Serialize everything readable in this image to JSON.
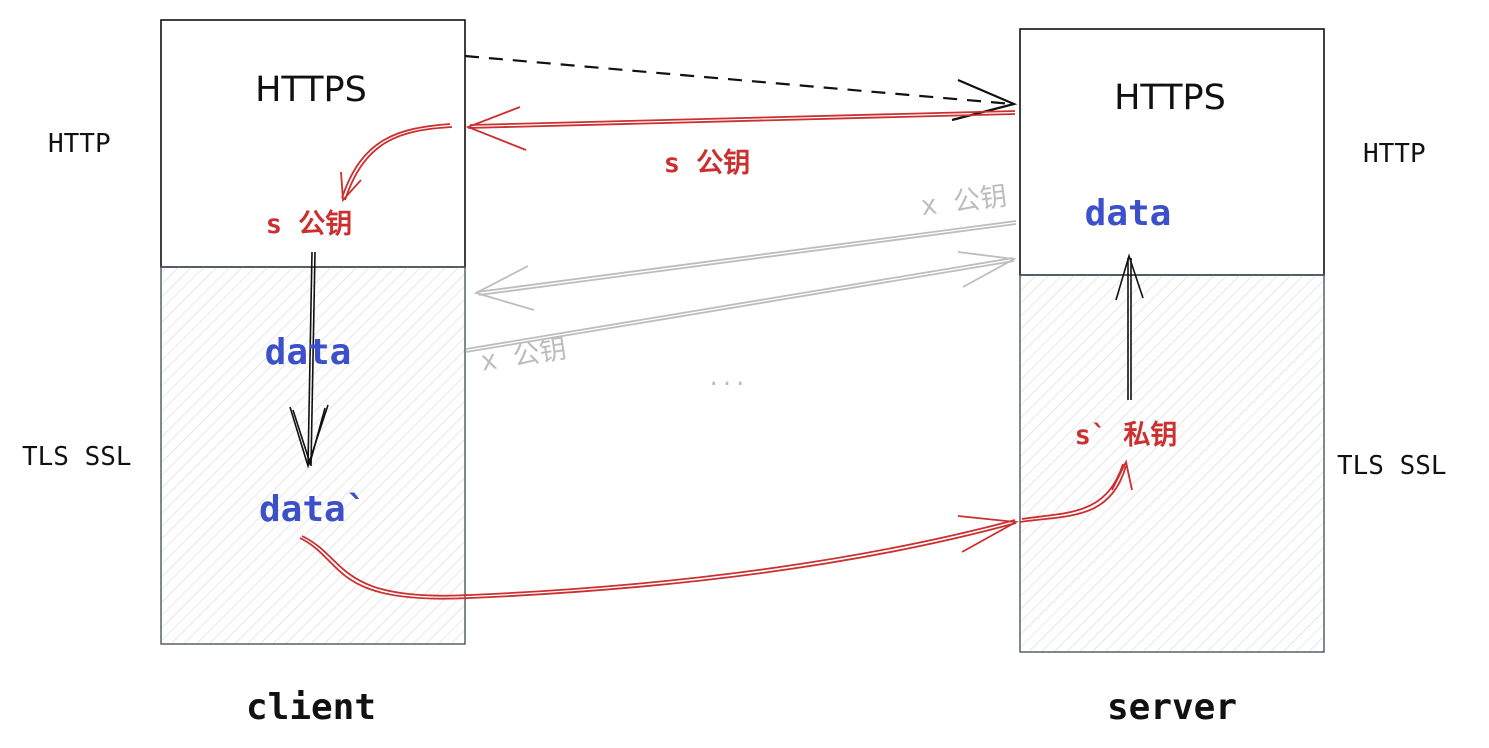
{
  "client": {
    "top_label": "HTTPS",
    "received_key": "s 公钥",
    "plain_data": "data",
    "encrypted_data": "data`",
    "caption": "client"
  },
  "server": {
    "top_label": "HTTPS",
    "decrypted_data": "data",
    "private_key": "s` 私钥",
    "caption": "server"
  },
  "layers": {
    "client_http": "HTTP",
    "client_tls": "TLS SSL",
    "server_http": "HTTP",
    "server_tls": "TLS SSL"
  },
  "arrows": {
    "server_key_label": "s 公钥",
    "forged_key_label_top": "x 公钥",
    "forged_key_label_bottom": "x 公钥",
    "ellipsis": "..."
  },
  "colors": {
    "red": "#cc2f2f",
    "blue": "#3b50c9",
    "grey": "#bdbdbd",
    "black": "#111111"
  }
}
